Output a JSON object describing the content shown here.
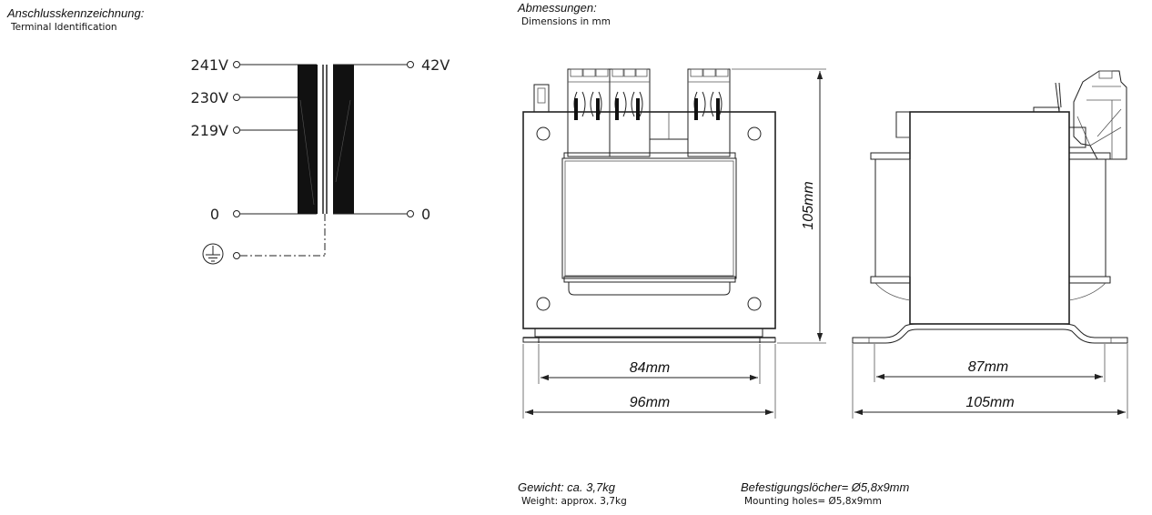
{
  "terminal": {
    "title": "Anschlusskennzeichnung:",
    "subtitle": "Terminal  Identification",
    "primary_taps": [
      "241V",
      "230V",
      "219V"
    ],
    "primary_zero": "0",
    "secondary_out": "42V",
    "secondary_zero": "0",
    "ground_symbol": "earth-ground-icon"
  },
  "dimensions": {
    "title": "Abmessungen:",
    "subtitle": "Dimensions  in  mm",
    "front_inner": "84mm",
    "front_outer": "96mm",
    "height": "105mm",
    "side_inner": "87mm",
    "side_outer": "105mm"
  },
  "weight": {
    "title": "Gewicht:  ca. 3,7kg",
    "subtitle": "Weight:  approx.  3,7kg"
  },
  "mounting": {
    "title": "Befestigungslöcher= Ø5,8x9mm",
    "subtitle": "Mounting  holes=  Ø5,8x9mm"
  }
}
